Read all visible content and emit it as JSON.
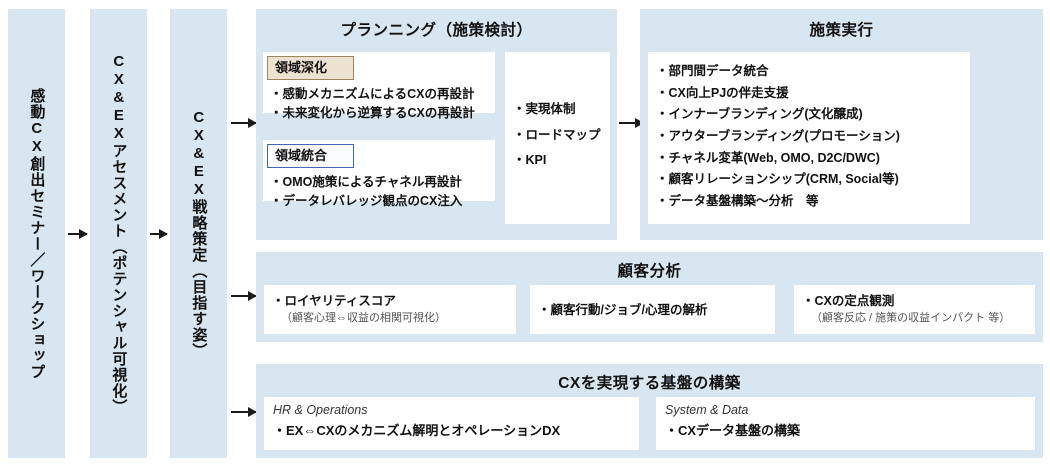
{
  "stages": [
    {
      "label": "感動CX創出セミナー／ワークショップ"
    },
    {
      "label": "CX&EXアセスメント（ポテンシャル可視化）"
    },
    {
      "label": "CX&EX戦略策定（目指す姿）"
    }
  ],
  "planning": {
    "title": "プランニング（施策検討）",
    "group_fukaka": {
      "badge": "領域深化",
      "items": [
        "・感動メカニズムによるCXの再設計",
        "・未来変化から逆算するCXの再設計"
      ]
    },
    "group_togo": {
      "badge": "領域統合",
      "items": [
        "・OMO施策によるチャネル再設計",
        "・データレバレッジ観点のCX注入"
      ]
    },
    "side_items": [
      "・実現体制",
      "・ロードマップ",
      "・KPI"
    ]
  },
  "execution": {
    "title": "施策実行",
    "items": [
      "・部門間データ統合",
      "・CX向上PJの伴走支援",
      "・インナーブランディング(文化醸成)",
      "・アウターブランディング(プロモーション)",
      "・チャネル変革(Web, OMO, D2C/DWC)",
      "・顧客リレーションシップ(CRM, Social等)",
      "・データ基盤構築〜分析　等"
    ]
  },
  "customer_analysis": {
    "title": "顧客分析",
    "cards": [
      {
        "main": "・ロイヤリティスコア",
        "sub": "（顧客心理⇔収益の相関可視化）"
      },
      {
        "main": "・顧客行動/ジョブ/心理の解析",
        "sub": ""
      },
      {
        "main": "・CXの定点観測",
        "sub": "（顧客反応 / 施策の収益インパクト 等）"
      }
    ]
  },
  "foundation": {
    "title": "CXを実現する基盤の構築",
    "cards": [
      {
        "heading": "HR & Operations",
        "main": "・EX⇔CXのメカニズム解明とオペレーションDX"
      },
      {
        "heading": "System & Data",
        "main": "・CXデータ基盤の構築"
      }
    ]
  },
  "colors": {
    "panel_bg": "#d7e6f0",
    "card_bg": "#ffffff",
    "badge_tan_bg": "#ede2d0",
    "badge_tan_border": "#9d8460",
    "badge_blue_border": "#4169b5",
    "arrow": "#1a1a1a"
  }
}
